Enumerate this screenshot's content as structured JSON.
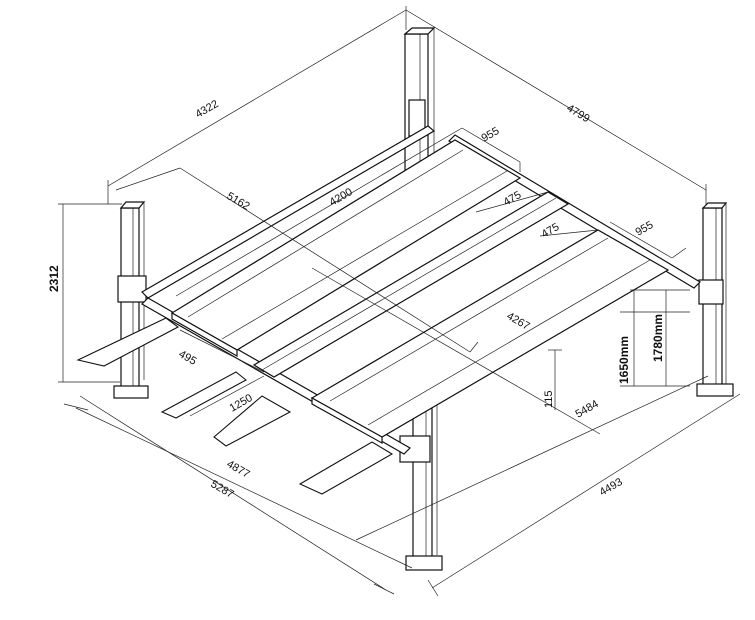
{
  "dimensions": {
    "top_length": "4322",
    "top_right": "4799",
    "deck_width_upper": "955",
    "deck_width_right": "955",
    "inner_length": "5162",
    "runway_length": "4200",
    "gap_1": "475",
    "gap_2": "475",
    "height_total": "2312",
    "runway_span": "4267",
    "ramp_gap": "495",
    "ramp_width": "1250",
    "rise_1650": "1650mm",
    "rise_1780": "1780mm",
    "base_clear": "115",
    "right_length": "5484",
    "bottom_4877": "4877",
    "bottom_5287": "5287",
    "bottom_4493": "4493"
  }
}
